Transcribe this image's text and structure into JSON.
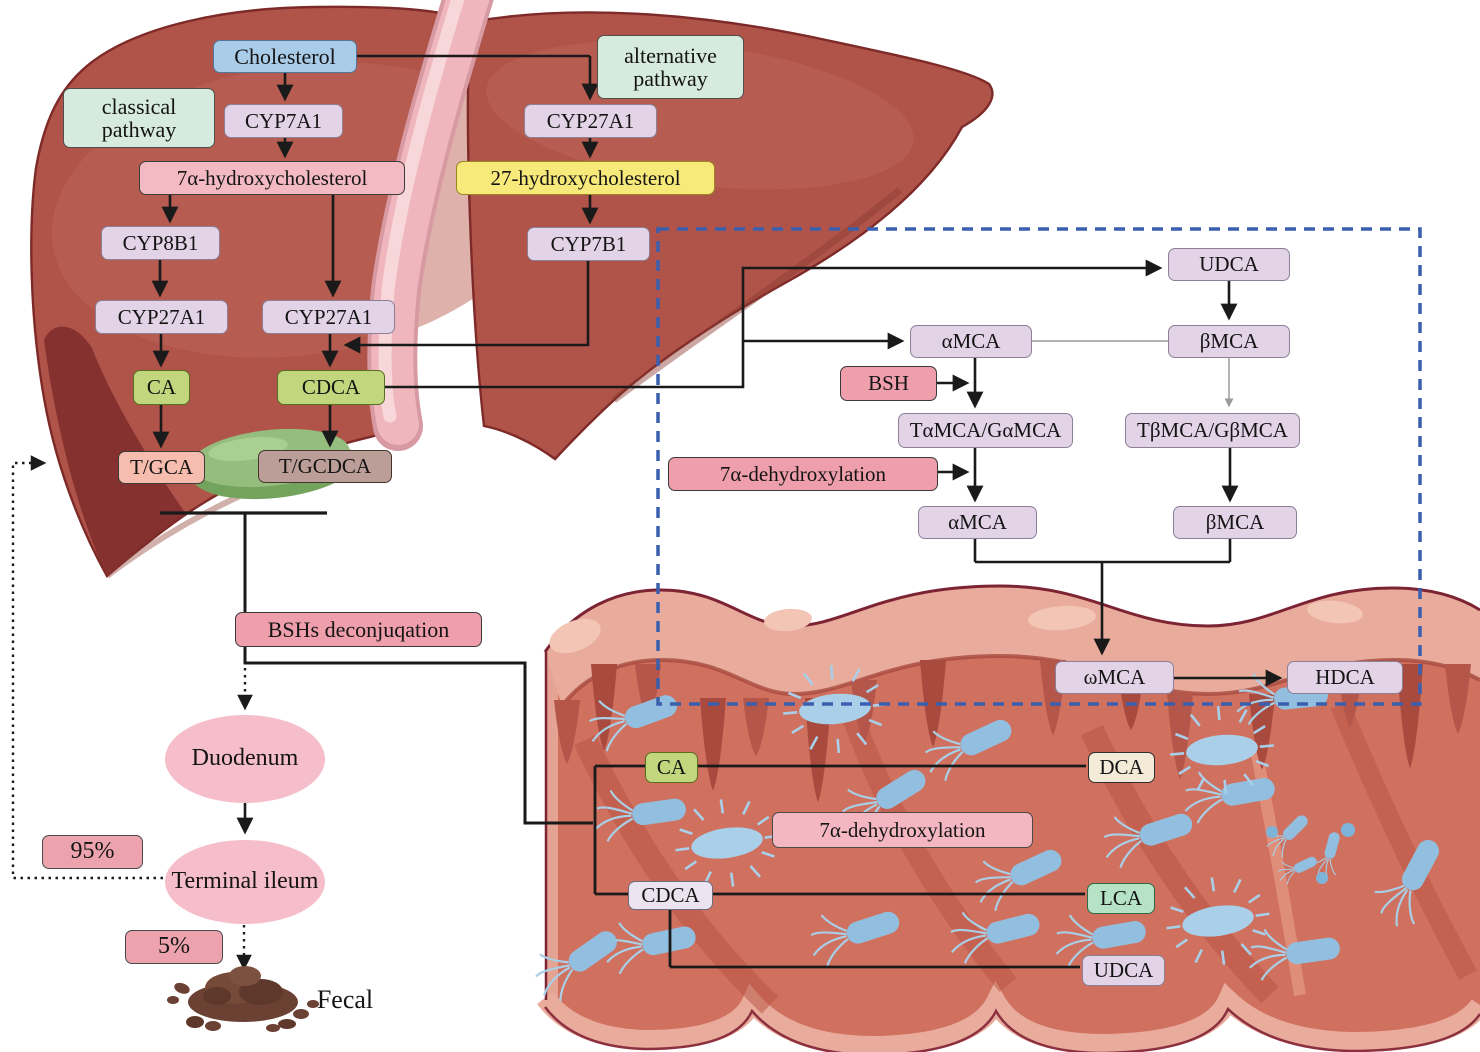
{
  "title": "Bile acid synthesis and intestinal transformation pathway diagram",
  "palette": {
    "liver": "#b0544a",
    "liver_dark": "#7c2b2b",
    "liver_outline": "#7e2a28",
    "vessel_pink": "#efb7bd",
    "gallbladder_green": "#94bd7e",
    "intestine_body": "#d0705f",
    "intestine_band": "#e9ac9c",
    "bacteria_blue": "#92bfdf",
    "dashed_box_blue": "#3a5fae",
    "box_lavender": "#e3d3e7",
    "box_green": "#c2d67d",
    "box_pink": "#ef9fac",
    "box_yellow": "#f8e97b",
    "box_blue": "#a9cce9",
    "box_mint": "#b6e3c6",
    "box_cream": "#f3ebd7",
    "box_salmon": "#f6bcae",
    "box_mauve": "#bc9e98",
    "pathway_green": "#d6ebdd",
    "ellipse_pink": "#f6bdca"
  },
  "nodes": {
    "cholesterol": "Cholesterol",
    "classical_pathway": "classical pathway",
    "alternative_pathway": "alternative pathway",
    "cyp7a1": "CYP7A1",
    "cyp27a1_alt": "CYP27A1",
    "hydroxycholesterol_7a": "7α-hydroxycholesterol",
    "hydroxycholesterol_27": "27-hydroxycholesterol",
    "cyp8b1": "CYP8B1",
    "cyp7b1": "CYP7B1",
    "cyp27a1_a": "CYP27A1",
    "cyp27a1_b": "CYP27A1",
    "ca_liver": "CA",
    "cdca_liver": "CDCA",
    "tgca": "T/GCA",
    "tgcdca": "T/GCDCA",
    "udca_hepatic": "UDCA",
    "amca_1": "αMCA",
    "bmca_1": "βMCA",
    "bsh": "BSH",
    "tamca_gamca": "TαMCA/GαMCA",
    "tbmca_gbmca": "TβMCA/GβMCA",
    "dehydroxylation_upper": "7α-dehydroxylation",
    "amca_2": "αMCA",
    "bmca_2": "βMCA",
    "omca": "ωMCA",
    "hdca": "HDCA",
    "bshs_deconjugation": "BSHs deconjuqation",
    "duodenum": "Duodenum",
    "pct_95": "95%",
    "terminal_ileum": "Terminal ileum",
    "pct_5": "5%",
    "fecal": "Fecal",
    "ca_gut": "CA",
    "dca": "DCA",
    "dehydroxylation_gut": "7α-dehydroxylation",
    "cdca_gut": "CDCA",
    "lca": "LCA",
    "udca_gut": "UDCA"
  }
}
